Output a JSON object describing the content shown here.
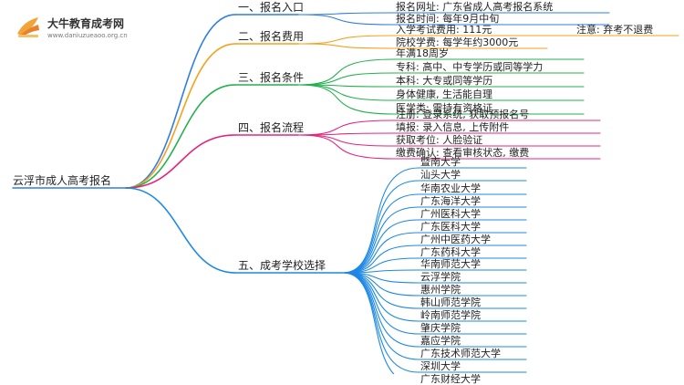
{
  "header": {
    "brand_name": "大牛教育成考网",
    "brand_url": "www.daniuzueaoo.org.cn"
  },
  "mindmap": {
    "root": "云浮市成人高考报名",
    "branches": [
      {
        "label": "一、报名入口",
        "color": "#2f7de1",
        "items": [
          "报名网址: 广东省成人高考报名系统",
          "报名时间: 每年9月中旬"
        ]
      },
      {
        "label": "二、报名费用",
        "color": "#f5a11c",
        "items": [
          "入学考试费用: 111元",
          "院校学费: 每学年约3000元"
        ],
        "note": "注意: 弃考不退费"
      },
      {
        "label": "三、报名条件",
        "color": "#22b14c",
        "items": [
          "年满18周岁",
          "专科: 高中、中专学历或同等学力",
          "本科: 大专或同等学历",
          "身体健康, 生活能自理",
          "医学类: 需持有资格证"
        ]
      },
      {
        "label": "四、报名流程",
        "color": "#e5257d",
        "items": [
          "注册: 登录系统, 获取预报名号",
          "填报: 录入信息, 上传附件",
          "获取考位: 人脸验证",
          "缴费确认: 查看审核状态, 缴费"
        ]
      },
      {
        "label": "五、成考学校选择",
        "color": "#1c88e6",
        "items": [
          "暨南大学",
          "汕头大学",
          "华南农业大学",
          "广东海洋大学",
          "广州医科大学",
          "广东医科大学",
          "广州中医药大学",
          "广东药科大学",
          "华南师范大学",
          "云浮学院",
          "惠州学院",
          "韩山师范学院",
          "岭南师范学院",
          "肇庆学院",
          "嘉应学院",
          "广东技术师范大学",
          "深圳大学",
          "广东财经大学"
        ]
      }
    ]
  }
}
